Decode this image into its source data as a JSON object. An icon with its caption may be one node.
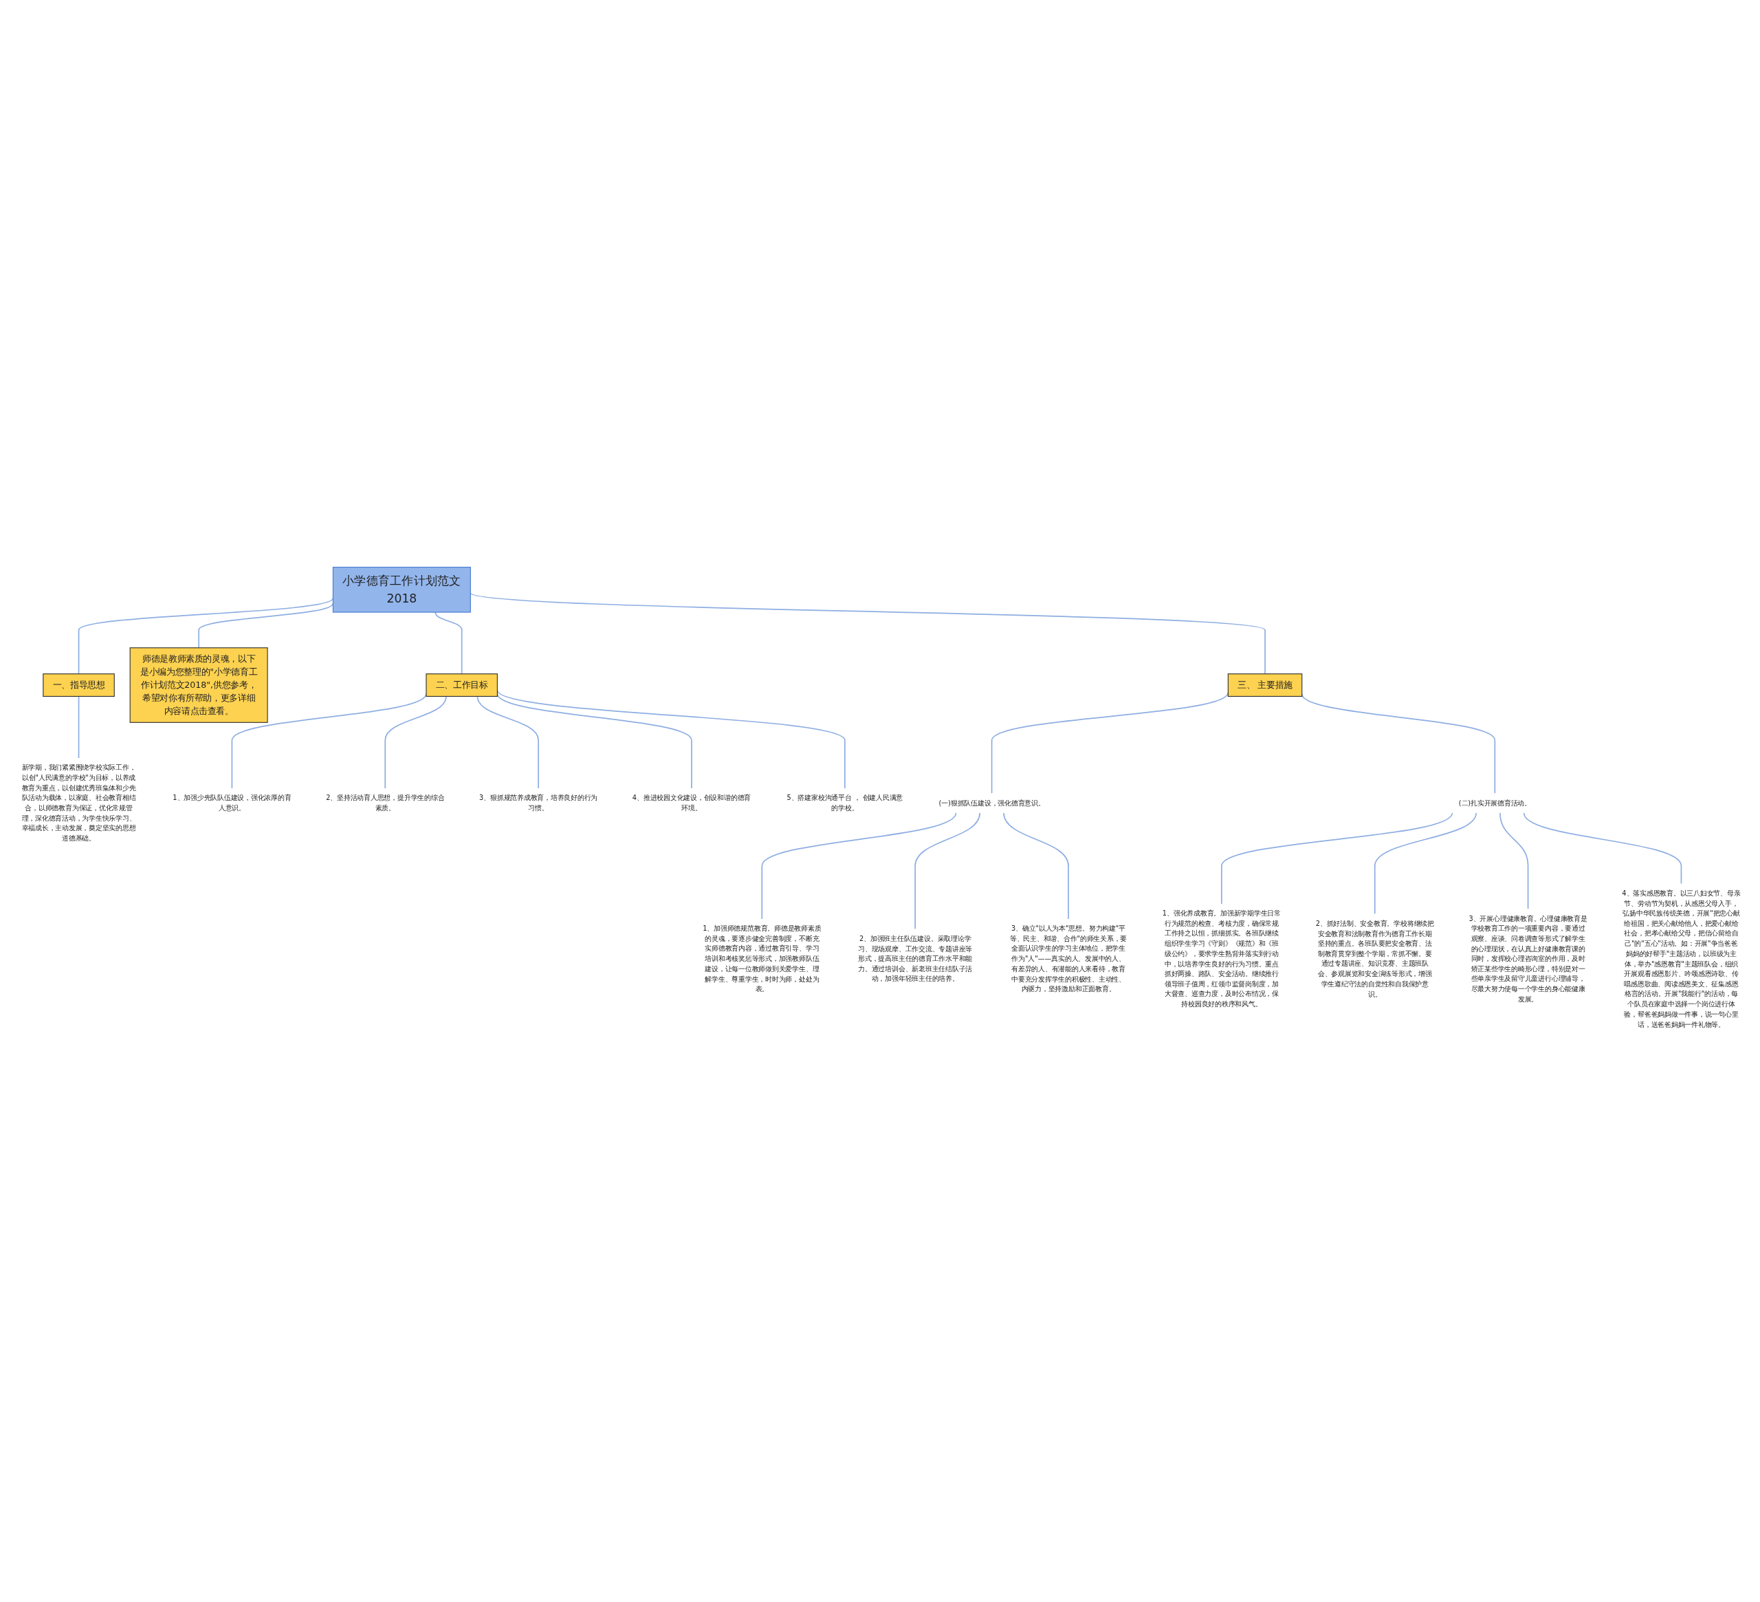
{
  "diagram": {
    "nodes": [
      {
        "text": [
          "小学德育工作计划范文2018"
        ]
      },
      {
        "text": [
          "一、指导思想"
        ]
      },
      {
        "text": [
          "新学期，我们紧紧围绕学校实际工作，以创\"人民满意的学校\"为目标，以养成教育为重点，以创建优秀班集体和少先队活动为载体，以家庭、社会教育相结合，以师德教育为保证，优化常规管理，深化德育活动，为学生快乐学习、幸福成长，主动发展，奠定坚实的思想道德基础。"
        ]
      },
      {
        "text": [
          "师德是教师素质的灵魂，以下是小编为您整理的\"小学德育工作计划范文2018\",供您参考，希望对你有所帮助，更多详细内容请点击查看。"
        ]
      },
      {
        "text": [
          "二、工作目标"
        ]
      },
      {
        "text": [
          "1、加强少先队队伍建设，强化浓厚的育人意识。"
        ]
      },
      {
        "text": [
          "2、坚持活动育人思想，提升学生的综合素质。"
        ]
      },
      {
        "text": [
          "3、狠抓规范养成教育，培养良好的行为习惯。"
        ]
      },
      {
        "text": [
          "4、推进校园文化建设，创设和谐的德育环境。"
        ]
      },
      {
        "text": [
          "5、搭建家校沟通平台 ， 创建人民满意的学校。"
        ]
      },
      {
        "text": [
          "三、 主要措施"
        ]
      },
      {
        "text": [
          "(一)狠抓队伍建设，强化德育意识。"
        ]
      },
      {
        "text": [
          "1、加强师德规范教育。师德是教师素质的灵魂，要逐步健全完善制度，不断充实师德教育内容，通过教育引导、学习培训和考核奖惩等形式，加强教师队伍建设，让每一位教师做到关爱学生、理解学生、尊重学生，时时为师，处处为表。"
        ]
      },
      {
        "text": [
          "2、加强班主任队伍建设。采取理论学习、现场观摩、工作交流、专题讲座等形式，提高班主任的德育工作水平和能力。通过培训会、新老班主任结队子活动，加强年轻班主任的培养。"
        ]
      },
      {
        "text": [
          "3、确立\"以人为本\"思想。努力构建\"平等、民主、和谐、合作\"的师生关系，要全面认识学生的学习主体地位，把学生作为\"人\"——真实的人、发展中的人、有差异的人、有潜能的人来看待，教育中要充分发挥学生的积极性、主动性、内驱力，坚持激励和正面教育。"
        ]
      },
      {
        "text": [
          "(二)扎实开展德育活动。"
        ]
      },
      {
        "text": [
          "1、强化养成教育。加强新学期学生日常行为规范的检查、考核力度，确保常规工作持之以恒，抓细抓实。各班队继续组织学生学习《守则》《规范》和《班级公约》，要求学生熟背并落实到行动中，以培养学生良好的行为习惯。重点抓好两操、路队、安全活动。继续推行领导班子值周，红领巾监督岗制度，加大督查、巡查力度，及时公布情况，保持校园良好的秩序和风气。"
        ]
      },
      {
        "text": [
          "2、抓好法制、安全教育。学校将继续把安全教育和法制教育作为德育工作长期坚持的重点。各班队要把安全教育、法制教育贯穿到整个学期，常抓不懈。要通过专题讲座、知识竞赛、主题班队会、参观展览和安全演练等形式，增强学生遵纪守法的自觉性和自我保护意识。"
        ]
      },
      {
        "text": [
          "3、开展心理健康教育。心理健康教育是学校教育工作的一项重要内容，要通过观察、座谈、问卷调查等形式了解学生的心理现状，在认真上好健康教育课的同时，发挥校心理咨询室的作用，及时矫正某些学生的畸形心理，特别是对一些单亲学生及留守儿童进行心理辅导，尽最大努力使每一个学生的身心能健康发展。"
        ]
      },
      {
        "text": [
          "4、落实感恩教育。以三八妇女节、母亲节、劳动节为契机，从感恩父母入手，弘扬中华民族传统美德，开展\"把忠心献给祖国，把关心献给他人，把爱心献给社会，把孝心献给父母，把信心留给自己\"的\"五心\"活动。如：开展\"争当爸爸妈妈的好帮手\"主题活动，以班级为主体，举办\"感恩教育\"主题班队会，组织开展观看感恩影片、吟颂感恩诗歌、传唱感恩歌曲、阅读感恩美文、征集感恩格言的活动。开展\"我能行\"的活动，每个队员在家庭中选择一个岗位进行体验，帮爸爸妈妈做一件事，说一句心里话，送爸爸妈妈一件礼物等。"
        ]
      }
    ],
    "edges": [
      {
        "from": 0,
        "to": 1,
        "arrow": "none"
      },
      {
        "from": 1,
        "to": 2,
        "arrow": "none"
      },
      {
        "from": 0,
        "to": 3,
        "arrow": "none"
      },
      {
        "from": 0,
        "to": 4,
        "arrow": "none"
      },
      {
        "from": 4,
        "to": 5,
        "arrow": "none"
      },
      {
        "from": 4,
        "to": 6,
        "arrow": "none"
      },
      {
        "from": 4,
        "to": 7,
        "arrow": "none"
      },
      {
        "from": 4,
        "to": 8,
        "arrow": "none"
      },
      {
        "from": 4,
        "to": 9,
        "arrow": "none"
      },
      {
        "from": 0,
        "to": 10,
        "arrow": "none"
      },
      {
        "from": 10,
        "to": 11,
        "arrow": "none"
      },
      {
        "from": 11,
        "to": 12,
        "arrow": "none"
      },
      {
        "from": 11,
        "to": 13,
        "arrow": "none"
      },
      {
        "from": 11,
        "to": 14,
        "arrow": "none"
      },
      {
        "from": 10,
        "to": 15,
        "arrow": "none"
      },
      {
        "from": 15,
        "to": 16,
        "arrow": "none"
      },
      {
        "from": 15,
        "to": 17,
        "arrow": "none"
      },
      {
        "from": 15,
        "to": 18,
        "arrow": "none"
      },
      {
        "from": 15,
        "to": 19,
        "arrow": "none"
      }
    ]
  }
}
